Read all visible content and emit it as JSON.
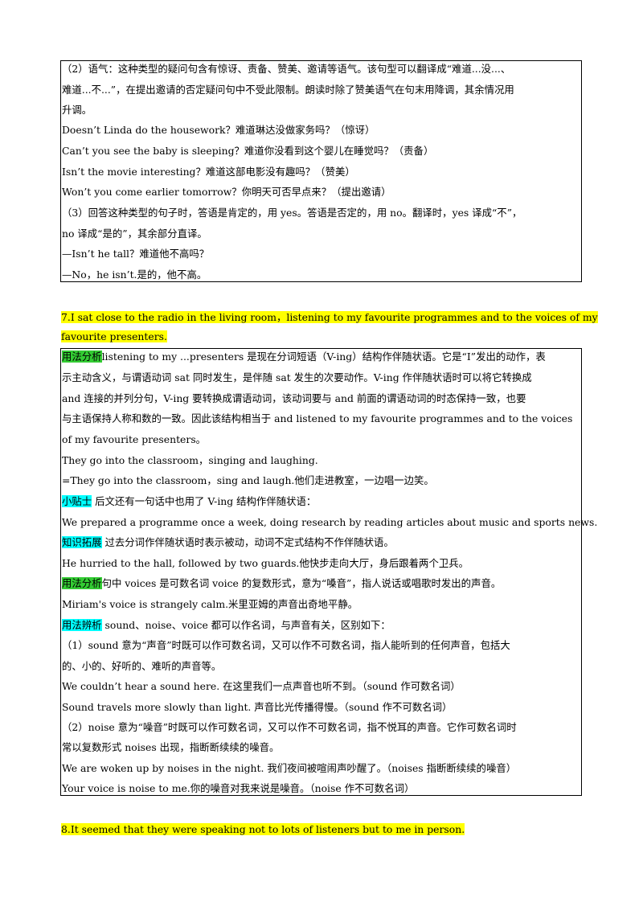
{
  "box1": {
    "lines": [
      "（2）语气：这种类型的疑问句含有惊讶、责备、赞美、邀请等语气。该句型可以翻译成“难道...没...、",
      "难道...不...”，在提出邀请的否定疑问句中不受此限制。朗读时除了赞美语气在句末用降调，其余情况用",
      "升调。",
      "Doesn’t Linda do the housework？难道琳达没做家务吗？（惊讶）",
      "Can’t you see the baby is sleeping？难道你没看到这个婴儿在睡觉吗？（责备）",
      "Isn’t the movie interesting？难道这部电影没有趣吗？（赞美）",
      "Won’t you come earlier tomorrow？你明天可否早点来？（提出邀请）",
      "（3）回答这种类型的句子时，答语是肯定的，用 yes。答语是否定的，用 no。翻译时，yes 译成“不”，",
      "no 译成“是的”，其余部分直译。",
      "—Isn’t he tall？难道他不高吗？",
      "—No，he isn’t.是的，他不高。"
    ]
  },
  "section7": {
    "title_line1": "7.I sat close to the radio in the living room，listening to my favourite programmes and to the voices of my",
    "title_line2": "favourite presenters."
  },
  "box2": {
    "tag1": "用法分析",
    "p1_l1": "listening to my ...presenters 是现在分词短语（V-ing）结构作伴随状语。它是“I”发出的动作，表",
    "p1_l2": "示主动含义，与谓语动词 sat 同时发生，是伴随 sat 发生的次要动作。V-ing 作伴随状语时可以将它转换成",
    "p1_l3": "and 连接的并列分句，V-ing 要转换成谓语动词，该动词要与 and 前面的谓语动词的时态保持一致，也要",
    "p1_l4": "与主语保持人称和数的一致。因此该结构相当于 and  listened  to my favourite programmes and to the voices",
    "p1_l5": "of my favourite presenters。",
    "ex1": "They  go  into the classroom，singing and  laughing.",
    "ex2": "=They go into the classroom，sing and laugh.他们走进教室，一边唱一边笑。",
    "tag2": "小贴士",
    "tip": " 后文还有一句话中也用了 V-ing 结构作伴随状语：",
    "ex3": "We prepared a programme once a week, doing research by reading articles about music and sports news.",
    "tag3": "知识拓展",
    "ext": " 过去分词作伴随状语时表示被动，动词不定式结构不作伴随状语。",
    "ex4": "He hurried to the hall, followed by two guards.他快步走向大厅，身后跟着两个卫兵。",
    "tag4": "用法分析",
    "p2": "句中 voices 是可数名词 voice 的复数形式，意为“嗓音”，指人说话或唱歌时发出的声音。",
    "ex5": "Miriam's voice  is strangely calm.米里亚姆的声音出奇地平静。",
    "tag5": "用法辨析",
    "p3": " sound、noise、voice 都可以作名词，与声音有关，区别如下：",
    "p4_l1": "（1）sound 意为“声音”时既可以作可数名词，又可以作不可数名词，指人能听到的任何声音，包括大",
    "p4_l2": "的、小的、好听的、难听的声音等。",
    "ex6": "We couldn’t hear a sound here.  在这里我们一点声音也听不到。（sound 作可数名词）",
    "ex7": "Sound travels more slowly than light.  声音比光传播得慢。（sound 作不可数名词）",
    "p5_l1": "（2）noise 意为“噪音”时既可以作可数名词，又可以作不可数名词，指不悦耳的声音。它作可数名词时",
    "p5_l2": "常以复数形式 noises 出现，指断断续续的噪音。",
    "ex8": "We are woken up by noises in the night.   我们夜间被喧闹声吵醒了。（noises 指断断续续的噪音）",
    "ex9": "Your voice is noise to me.你的噪音对我来说是噪音。（noise 作不可数名词）"
  },
  "section8": {
    "title": "8.It seemed that they were speaking not to lots of listeners but to me in person."
  },
  "colors": {
    "highlight_yellow": "#ffff00",
    "highlight_green": "#33cc33",
    "highlight_cyan": "#00ffff"
  }
}
